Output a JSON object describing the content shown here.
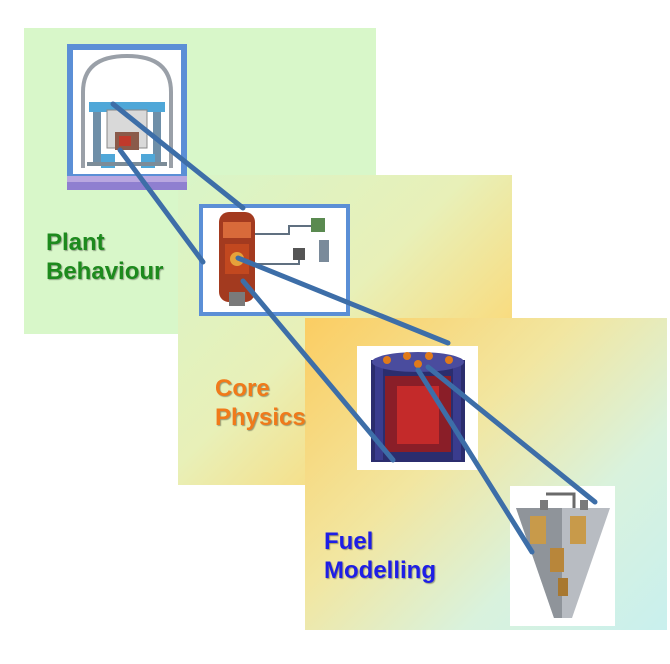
{
  "stages": [
    {
      "label_line1": "Plant",
      "label_line2": "Behaviour",
      "color": "#1d8a1d"
    },
    {
      "label_line1": "Core",
      "label_line2": "Physics",
      "color": "#f07a1a"
    },
    {
      "label_line1": "Fuel",
      "label_line2": "Modelling",
      "color": "#1e1ee6"
    }
  ],
  "connector_color": "#3d6ea8",
  "frame_color": "#5b8fd6"
}
